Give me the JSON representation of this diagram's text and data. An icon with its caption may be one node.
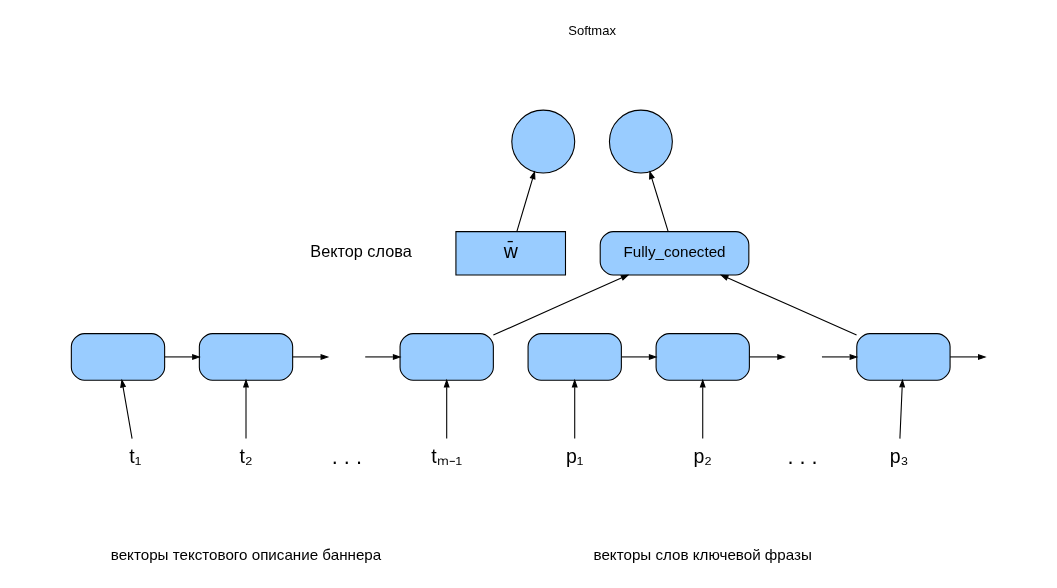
{
  "diagram": {
    "nodes": [
      {
        "text": [],
        "shape": "circle"
      },
      {
        "text": [],
        "shape": "circle"
      },
      {
        "text": [
          "w̄"
        ],
        "beside": [
          "Вектор слова"
        ]
      },
      {
        "text": [
          "Fully_conected"
        ]
      },
      {
        "text": [],
        "shape": "box"
      },
      {
        "text": [],
        "shape": "box"
      },
      {
        "text": [],
        "shape": "box"
      },
      {
        "text": [],
        "shape": "box"
      },
      {
        "text": [],
        "shape": "box"
      },
      {
        "text": [],
        "shape": "box"
      },
      {
        "text": [
          "t₁"
        ]
      },
      {
        "text": [
          "t₂"
        ]
      },
      {
        "text": [
          "tₘ₋₁"
        ]
      },
      {
        "text": [
          "p₁"
        ]
      },
      {
        "text": [
          "p₂"
        ]
      },
      {
        "text": [
          "p₃"
        ]
      }
    ],
    "edges": [
      {
        "from": 2,
        "to": 0,
        "arrow": "to"
      },
      {
        "from": 3,
        "to": 1,
        "arrow": "to"
      },
      {
        "from": 4,
        "to": 5,
        "arrow": "to"
      },
      {
        "from": 5,
        "to": null,
        "arrow": "to"
      },
      {
        "from": null,
        "to": 6,
        "arrow": "to"
      },
      {
        "from": 6,
        "to": 3,
        "arrow": "to"
      },
      {
        "from": 7,
        "to": 8,
        "arrow": "to"
      },
      {
        "from": 8,
        "to": null,
        "arrow": "to"
      },
      {
        "from": 9,
        "to": null,
        "arrow": "to"
      },
      {
        "from": null,
        "to": 9,
        "arrow": "to"
      },
      {
        "from": 9,
        "to": 3,
        "arrow": "to"
      },
      {
        "from": 10,
        "to": 4,
        "arrow": "to"
      },
      {
        "from": 11,
        "to": 5,
        "arrow": "to"
      },
      {
        "from": 12,
        "to": 6,
        "arrow": "to"
      },
      {
        "from": 13,
        "to": 7,
        "arrow": "to"
      },
      {
        "from": 14,
        "to": 8,
        "arrow": "to"
      },
      {
        "from": 15,
        "to": 9,
        "arrow": "to"
      }
    ],
    "labels": [
      "Softmax",
      ". . .",
      ". . .",
      "векторы текстового описание баннера",
      "векторы слов ключевой фразы"
    ]
  }
}
